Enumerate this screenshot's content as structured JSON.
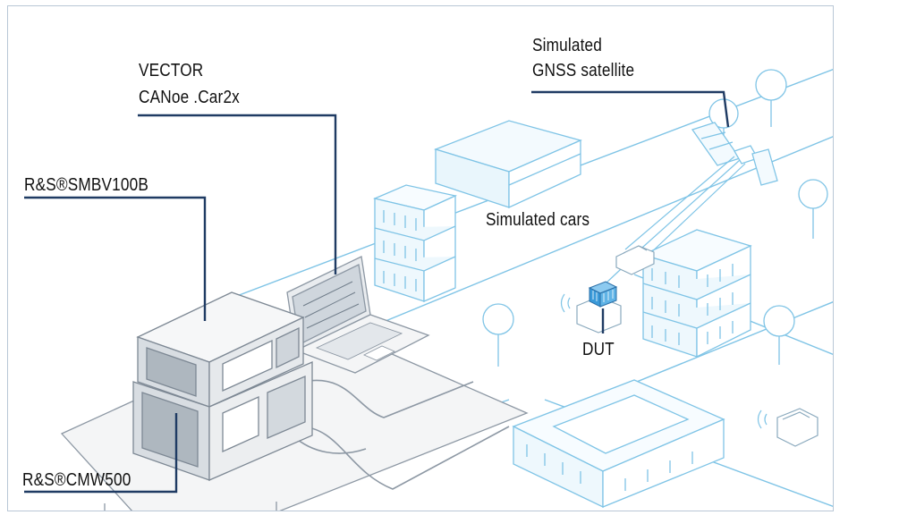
{
  "labels": {
    "vector_line1": "VECTOR",
    "vector_line2": "CANoe .Car2x",
    "smbv": "R&S®SMBV100B",
    "cmw": "R&S®CMW500",
    "gnss_line1": "Simulated",
    "gnss_line2": "GNSS satellite",
    "cars": "Simulated cars",
    "dut": "DUT"
  },
  "colors": {
    "city_line": "#7fc4e6",
    "equipment_line": "#8d98a4",
    "callout": "#1f3b63",
    "dut_fill": "#3a9ad9"
  }
}
